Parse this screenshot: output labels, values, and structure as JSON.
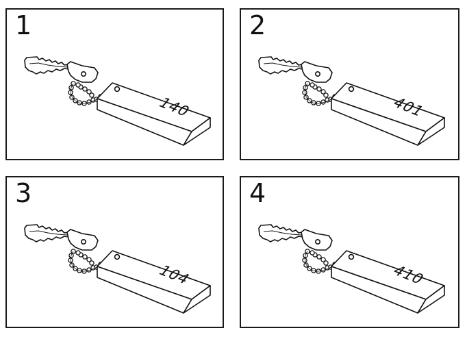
{
  "panels": [
    {
      "number": "1",
      "tag_number": "140"
    },
    {
      "number": "2",
      "tag_number": "401"
    },
    {
      "number": "3",
      "tag_number": "104"
    },
    {
      "number": "4",
      "tag_number": "410"
    }
  ],
  "colors": {
    "ink": "#111111",
    "background": "#ffffff"
  }
}
